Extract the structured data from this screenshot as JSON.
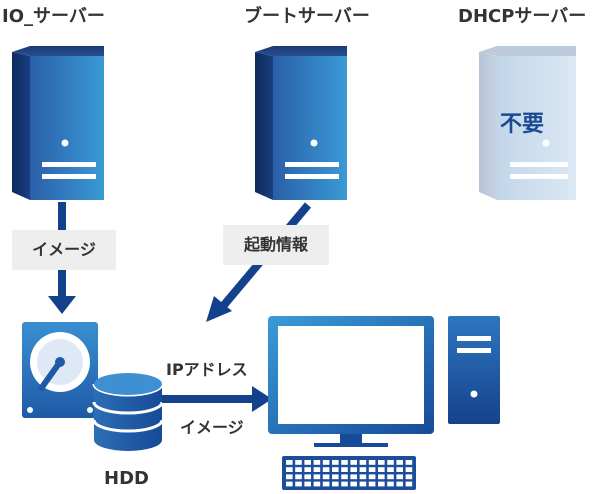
{
  "servers": {
    "io": "IO_サーバー",
    "boot": "ブートサーバー",
    "dhcp": "DHCPサーバー",
    "dhcp_overlay": "不要"
  },
  "flows": {
    "image_down": "イメージ",
    "boot_info": "起動情報",
    "ip_address": "IPアドレス",
    "image_right": "イメージ"
  },
  "devices": {
    "hdd_label": "HDD"
  },
  "colors": {
    "dark_blue": "#14418b",
    "mid_blue": "#2a6fb5",
    "light_blue": "#3fa0d8",
    "disabled": "#c9d8e6"
  }
}
